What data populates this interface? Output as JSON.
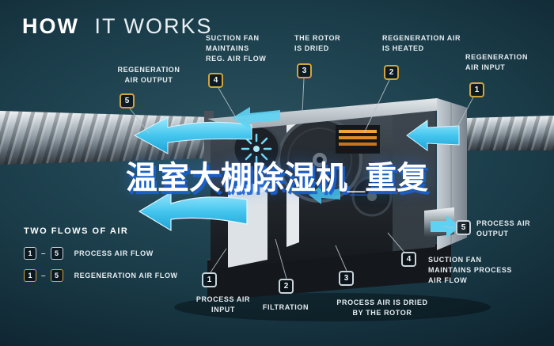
{
  "title": {
    "bold": "HOW",
    "light": "IT WORKS"
  },
  "watermark": "温室大棚除湿机_重复",
  "colors": {
    "background": "#1b3d4a",
    "arrow_cyan": "#45c6ef",
    "regen_badge_accent": "#cfa63e",
    "process_badge_accent": "#c9d4da",
    "heater_orange": "#e08a28"
  },
  "callouts": {
    "regen_output": {
      "num": "5",
      "label": "REGENERATION\nAIR OUTPUT"
    },
    "suction_fan_regen": {
      "num": "4",
      "label": "SUCTION FAN\nMAINTAINS\nREG. AIR FLOW"
    },
    "rotor_dried": {
      "num": "3",
      "label": "THE ROTOR\nIS DRIED"
    },
    "regen_heated": {
      "num": "2",
      "label": "REGENERATION AIR\nIS HEATED"
    },
    "regen_input": {
      "num": "1",
      "label": "REGENERATION\nAIR INPUT"
    },
    "process_output": {
      "num": "5",
      "label": "PROCESS AIR\nOUTPUT"
    },
    "process_input": {
      "num": "1",
      "label": "PROCESS AIR\nINPUT"
    },
    "filtration": {
      "num": "2",
      "label": "FILTRATION"
    },
    "process_dried": {
      "num": "3",
      "label": "PROCESS AIR IS DRIED\nBY THE ROTOR"
    },
    "suction_fan_process": {
      "num": "4",
      "label": "SUCTION FAN\nMAINTAINS PROCESS\nAIR FLOW"
    }
  },
  "legend": {
    "heading": "TWO FLOWS OF AIR",
    "dash": "–",
    "rows": [
      {
        "from": "1",
        "to": "5",
        "label": "PROCESS AIR FLOW"
      },
      {
        "from": "1",
        "to": "5",
        "label": "REGENERATION AIR FLOW"
      }
    ]
  }
}
